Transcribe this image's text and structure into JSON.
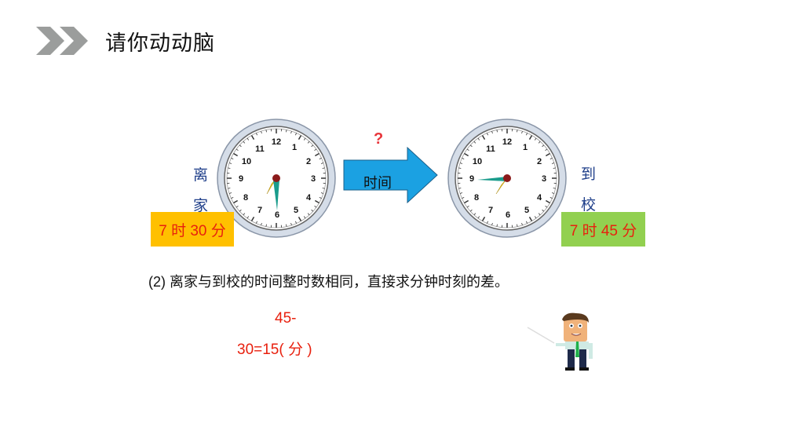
{
  "header": {
    "title": "请你动动脑",
    "icon": "double-chevron-right-icon",
    "icon_color": "#9b9d9c"
  },
  "left_clock": {
    "label_chars": [
      "离",
      "家"
    ],
    "time_label": "7 时 30 分",
    "box_color": "#ffc000",
    "hour": 7,
    "minute": 30,
    "numbers": [
      "12",
      "1",
      "2",
      "3",
      "4",
      "5",
      "6",
      "7",
      "8",
      "9",
      "10",
      "11"
    ]
  },
  "middle": {
    "question": "?",
    "arrow_label": "时间",
    "arrow_color": "#1ba1e2"
  },
  "right_clock": {
    "label_chars": [
      "到",
      "校"
    ],
    "time_label": "7 时 45 分",
    "box_color": "#92d050",
    "hour": 7,
    "minute": 45,
    "numbers": [
      "12",
      "1",
      "2",
      "3",
      "4",
      "5",
      "6",
      "7",
      "8",
      "9",
      "10",
      "11"
    ]
  },
  "description": "(2) 离家与到校的时间整时数相同，直接求分钟时刻的差。",
  "equation": {
    "line1": "45-",
    "line2": "30=15( 分 )"
  },
  "colors": {
    "text_red": "#e8200e",
    "label_blue": "#1f3f8a",
    "clock_rim": "#d5dde8",
    "minute_hand": "#1a9c8c",
    "hour_hand": "#f0c419",
    "center": "#8b1a1a"
  }
}
